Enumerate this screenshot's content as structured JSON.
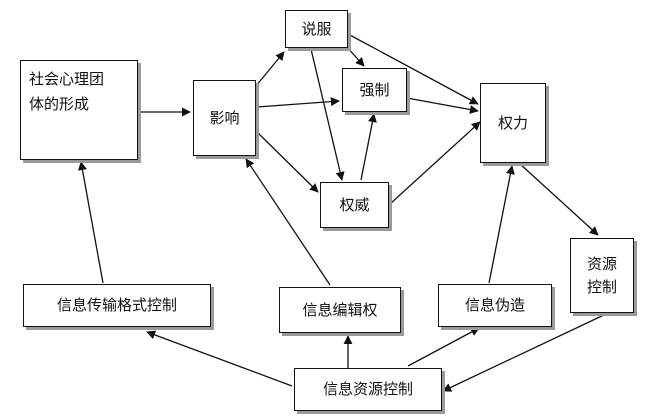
{
  "nodes": {
    "group_formation": {
      "line1": "社会心理团",
      "line2": "体的形成"
    },
    "influence": "影响",
    "persuasion": "说服",
    "coercion": "强制",
    "authority": "权威",
    "power": "权力",
    "resource_control": {
      "line1": "资源",
      "line2": "控制"
    },
    "info_format_control": "信息传输格式控制",
    "info_edit_right": "信息编辑权",
    "info_forgery": "信息伪造",
    "info_resource_control": "信息资源控制"
  },
  "colors": {
    "stroke": "#111111",
    "shadow": "#9a9a9a",
    "background": "#ffffff"
  }
}
